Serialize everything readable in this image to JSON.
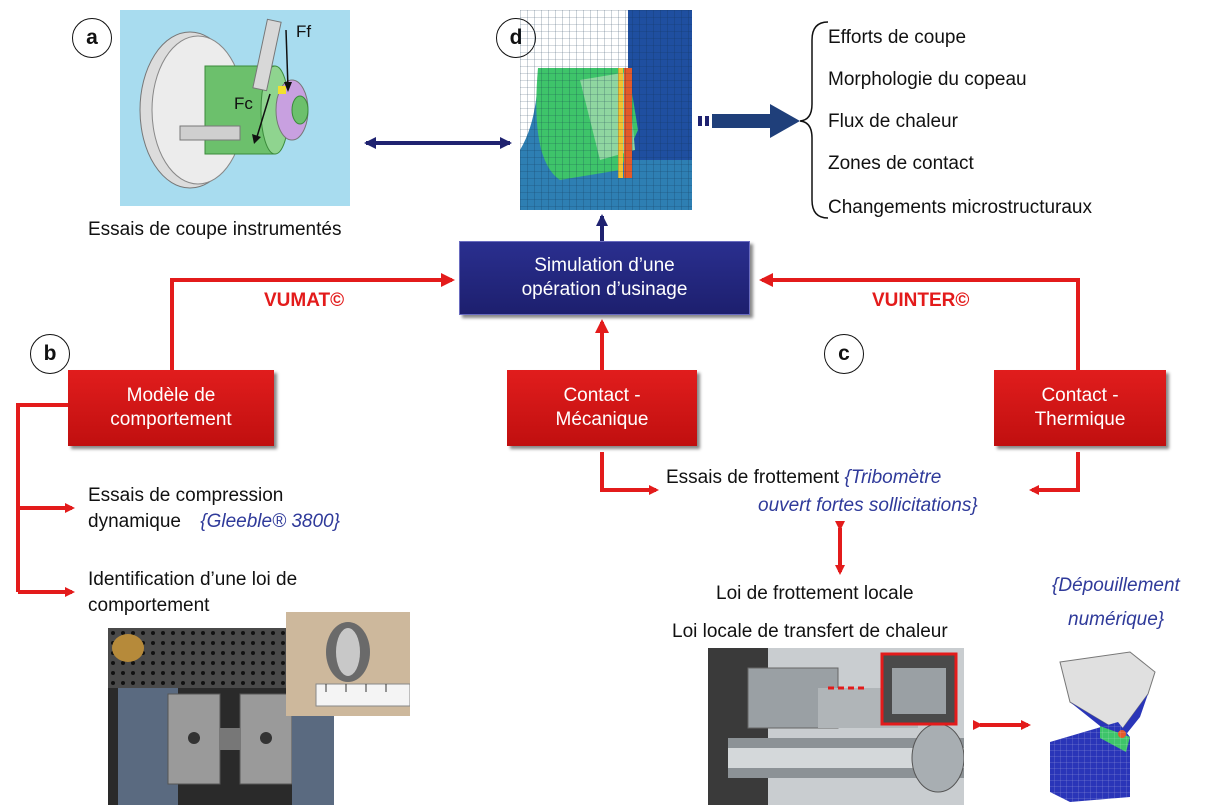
{
  "labels": {
    "a": "a",
    "b": "b",
    "c": "c",
    "d": "d"
  },
  "panel_a": {
    "caption": "Essais de coupe instrumentés",
    "force_ff": "Ff",
    "force_fc": "Fc"
  },
  "results": [
    "Efforts de coupe",
    "Morphologie du copeau",
    "Flux de chaleur",
    "Zones de contact",
    "Changements microstructuraux"
  ],
  "simulation": {
    "line1": "Simulation d’une",
    "line2": "opération d’usinage"
  },
  "vumat": "VUMAT©",
  "vuinter": "VUINTER©",
  "boxes": {
    "modele": {
      "line1": "Modèle de",
      "line2": "comportement"
    },
    "contact_meca": {
      "line1": "Contact -",
      "line2": "Mécanique"
    },
    "contact_therm": {
      "line1": "Contact -",
      "line2": "Thermique"
    }
  },
  "left_branch": {
    "item1_line1": "Essais de compression",
    "item1_line2": "dynamique",
    "item1_note": "{Gleeble® 3800}",
    "item2_line1": "Identification d’une loi de",
    "item2_line2": "comportement"
  },
  "friction": {
    "title": "Essais de frottement",
    "note_line1": "{Tribomètre",
    "note_line2": "ouvert fortes sollicitations}",
    "law1": "Loi de frottement locale",
    "law2": "Loi locale de transfert de chaleur"
  },
  "depouillement": {
    "line1": "{Dépouillement",
    "line2": "numérique}"
  },
  "colors": {
    "red": "#e31b1b",
    "navy": "#1f2270",
    "note_blue": "#2f3a9a"
  },
  "icons": {
    "arrow": "double-arrow",
    "brace": "curly-brace"
  }
}
